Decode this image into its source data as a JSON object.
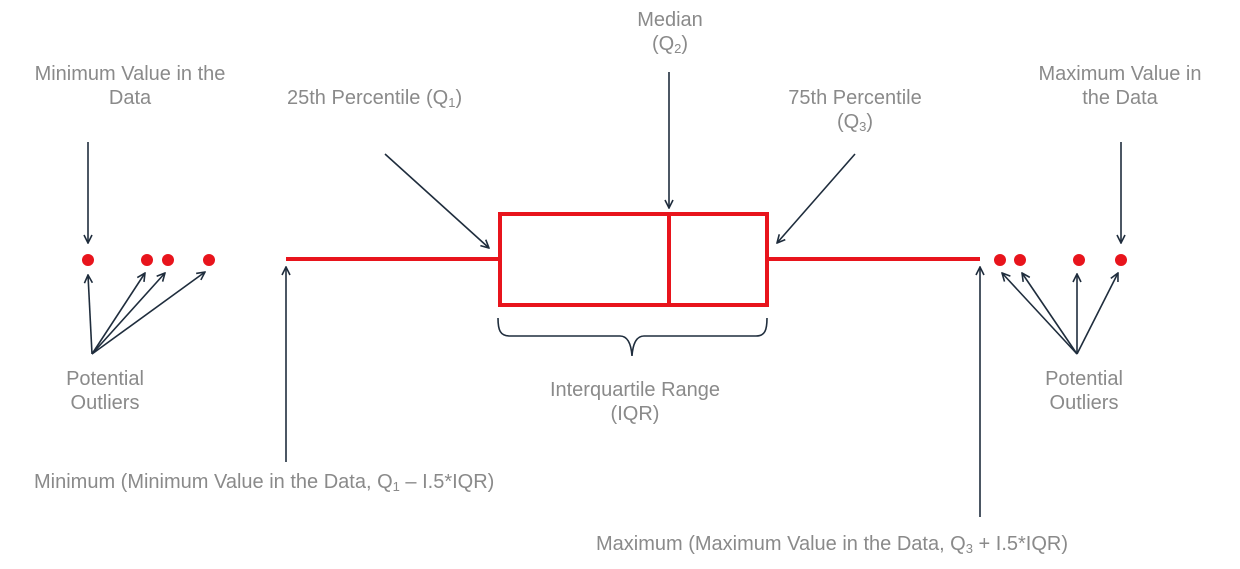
{
  "colors": {
    "box": "#e8141c",
    "arrow": "#1f2d3d",
    "text": "#8a8a8a",
    "background": "#ffffff"
  },
  "labels": {
    "median": {
      "line1": "Median",
      "q_open": "(Q",
      "q_sub": "2",
      "q_close": ")"
    },
    "q1": {
      "text": "25th Percentile (Q",
      "sub": "1",
      "close": ")"
    },
    "q3": {
      "line1": "75th Percentile",
      "q_open": "(Q",
      "q_sub": "3",
      "q_close": ")"
    },
    "min_value": {
      "line1": "Minimum Value in the",
      "line2": "Data"
    },
    "max_value": {
      "line1": "Maximum Value in",
      "line2": "the Data"
    },
    "outliers_left": {
      "line1": "Potential",
      "line2": "Outliers"
    },
    "outliers_right": {
      "line1": "Potential",
      "line2": "Outliers"
    },
    "iqr": {
      "line1": "Interquartile Range",
      "line2": "(IQR)"
    },
    "minimum": {
      "prefix": "Minimum (Minimum Value in the Data, Q",
      "sub": "1",
      "suffix": " – I.5*IQR)"
    },
    "maximum": {
      "prefix": "Maximum (Maximum Value in the Data, Q",
      "sub": "3",
      "suffix": " + I.5*IQR)"
    }
  }
}
